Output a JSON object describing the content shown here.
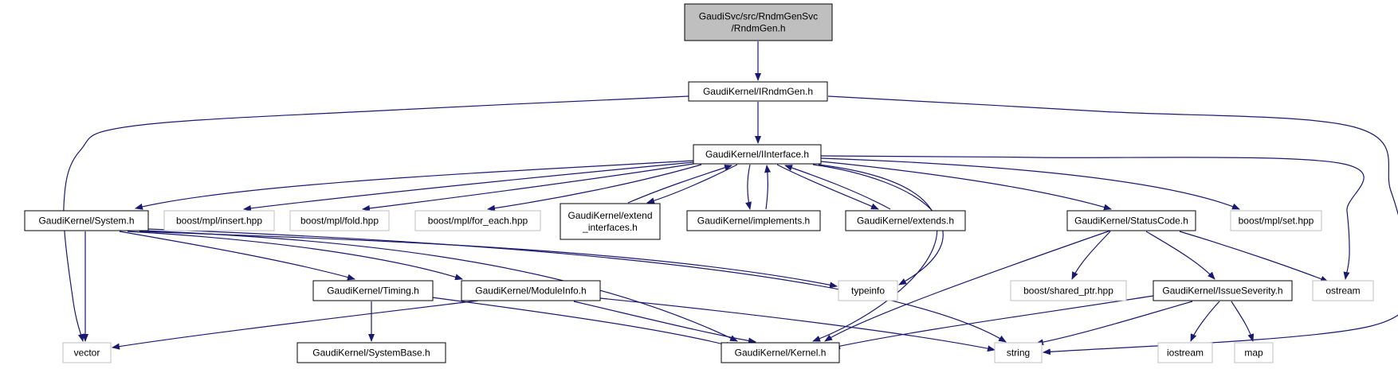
{
  "diagram": {
    "colors": {
      "edge": "#191970",
      "root_fill": "#bfbfbf",
      "node_border_documented": "#000000",
      "node_border_external": "#bfbfbf",
      "background": "#ffffff"
    },
    "nodes": [
      {
        "id": "root",
        "lines": [
          "GaudiSvc/src/RndmGenSvc",
          "/RndmGen.h"
        ],
        "kind": "root"
      },
      {
        "id": "irndmgen",
        "lines": [
          "GaudiKernel/IRndmGen.h"
        ],
        "kind": "documented"
      },
      {
        "id": "iinterface",
        "lines": [
          "GaudiKernel/IInterface.h"
        ],
        "kind": "documented"
      },
      {
        "id": "system",
        "lines": [
          "GaudiKernel/System.h"
        ],
        "kind": "documented"
      },
      {
        "id": "mpl_insert",
        "lines": [
          "boost/mpl/insert.hpp"
        ],
        "kind": "external"
      },
      {
        "id": "mpl_fold",
        "lines": [
          "boost/mpl/fold.hpp"
        ],
        "kind": "external"
      },
      {
        "id": "mpl_for_each",
        "lines": [
          "boost/mpl/for_each.hpp"
        ],
        "kind": "external"
      },
      {
        "id": "extend_interfaces",
        "lines": [
          "GaudiKernel/extend",
          "_interfaces.h"
        ],
        "kind": "documented"
      },
      {
        "id": "implements",
        "lines": [
          "GaudiKernel/implements.h"
        ],
        "kind": "documented"
      },
      {
        "id": "extends",
        "lines": [
          "GaudiKernel/extends.h"
        ],
        "kind": "documented"
      },
      {
        "id": "statuscode",
        "lines": [
          "GaudiKernel/StatusCode.h"
        ],
        "kind": "documented"
      },
      {
        "id": "mpl_set",
        "lines": [
          "boost/mpl/set.hpp"
        ],
        "kind": "external"
      },
      {
        "id": "timing",
        "lines": [
          "GaudiKernel/Timing.h"
        ],
        "kind": "documented"
      },
      {
        "id": "moduleinfo",
        "lines": [
          "GaudiKernel/ModuleInfo.h"
        ],
        "kind": "documented"
      },
      {
        "id": "typeinfo",
        "lines": [
          "typeinfo"
        ],
        "kind": "external"
      },
      {
        "id": "shared_ptr",
        "lines": [
          "boost/shared_ptr.hpp"
        ],
        "kind": "external"
      },
      {
        "id": "issueseverity",
        "lines": [
          "GaudiKernel/IssueSeverity.h"
        ],
        "kind": "documented"
      },
      {
        "id": "ostream",
        "lines": [
          "ostream"
        ],
        "kind": "external"
      },
      {
        "id": "vector",
        "lines": [
          "vector"
        ],
        "kind": "external"
      },
      {
        "id": "systembase",
        "lines": [
          "GaudiKernel/SystemBase.h"
        ],
        "kind": "documented"
      },
      {
        "id": "kernel",
        "lines": [
          "GaudiKernel/Kernel.h"
        ],
        "kind": "documented"
      },
      {
        "id": "string",
        "lines": [
          "string"
        ],
        "kind": "external"
      },
      {
        "id": "iostream",
        "lines": [
          "iostream"
        ],
        "kind": "external"
      },
      {
        "id": "map",
        "lines": [
          "map"
        ],
        "kind": "external"
      }
    ],
    "edges": [
      {
        "from": "root",
        "to": "irndmgen"
      },
      {
        "from": "irndmgen",
        "to": "iinterface"
      },
      {
        "from": "irndmgen",
        "to": "vector"
      },
      {
        "from": "irndmgen",
        "to": "string"
      },
      {
        "from": "iinterface",
        "to": "system"
      },
      {
        "from": "iinterface",
        "to": "mpl_insert"
      },
      {
        "from": "iinterface",
        "to": "mpl_fold"
      },
      {
        "from": "iinterface",
        "to": "mpl_for_each"
      },
      {
        "from": "iinterface",
        "to": "extend_interfaces"
      },
      {
        "from": "iinterface",
        "to": "implements"
      },
      {
        "from": "iinterface",
        "to": "extends"
      },
      {
        "from": "iinterface",
        "to": "statuscode"
      },
      {
        "from": "iinterface",
        "to": "mpl_set"
      },
      {
        "from": "iinterface",
        "to": "ostream"
      },
      {
        "from": "iinterface",
        "to": "typeinfo"
      },
      {
        "from": "iinterface",
        "to": "kernel"
      },
      {
        "from": "extend_interfaces",
        "to": "iinterface"
      },
      {
        "from": "implements",
        "to": "iinterface"
      },
      {
        "from": "extends",
        "to": "iinterface"
      },
      {
        "from": "system",
        "to": "vector"
      },
      {
        "from": "system",
        "to": "timing"
      },
      {
        "from": "system",
        "to": "moduleinfo"
      },
      {
        "from": "system",
        "to": "typeinfo"
      },
      {
        "from": "system",
        "to": "kernel"
      },
      {
        "from": "system",
        "to": "string"
      },
      {
        "from": "timing",
        "to": "systembase"
      },
      {
        "from": "timing",
        "to": "kernel"
      },
      {
        "from": "moduleinfo",
        "to": "vector"
      },
      {
        "from": "moduleinfo",
        "to": "kernel"
      },
      {
        "from": "moduleinfo",
        "to": "string"
      },
      {
        "from": "statuscode",
        "to": "shared_ptr"
      },
      {
        "from": "statuscode",
        "to": "issueseverity"
      },
      {
        "from": "statuscode",
        "to": "ostream"
      },
      {
        "from": "statuscode",
        "to": "kernel"
      },
      {
        "from": "issueseverity",
        "to": "kernel"
      },
      {
        "from": "issueseverity",
        "to": "string"
      },
      {
        "from": "issueseverity",
        "to": "iostream"
      },
      {
        "from": "issueseverity",
        "to": "map"
      }
    ]
  }
}
